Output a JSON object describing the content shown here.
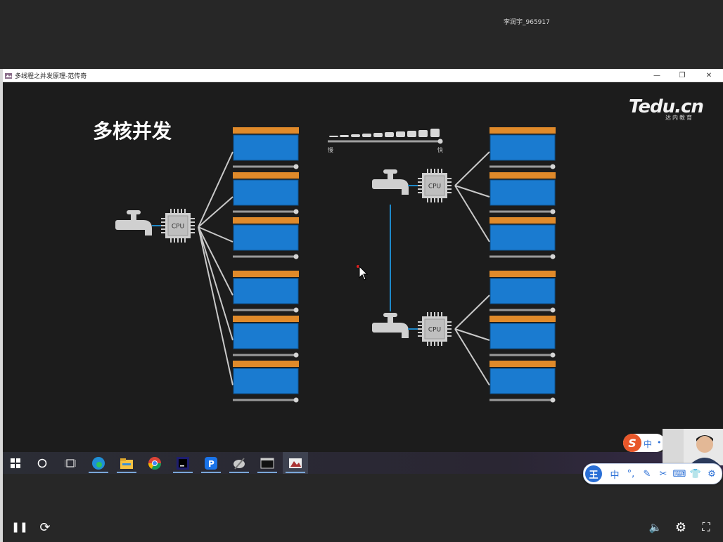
{
  "recording": {
    "username": "李润宇_965917"
  },
  "window": {
    "title": "多线程之并发原理-范传奇",
    "minimize_icon": "—",
    "restore_icon": "❐",
    "close_icon": "✕"
  },
  "slide": {
    "title": "多核并发",
    "brand": "Tedu.cn",
    "brand_sub": "达内教育",
    "cpu_label": "CPU",
    "speed_slow": "慢",
    "speed_fast": "快",
    "colors": {
      "cup": "#1a7bd0",
      "lid": "#e08a2a",
      "line": "#c9c9c9",
      "pipe": "#1e88c8"
    }
  },
  "taskbar": {
    "items": [
      "start",
      "cortana",
      "task-view",
      "edge",
      "file-explorer",
      "chrome",
      "intellij",
      "p-app",
      "paint-app",
      "terminal",
      "slide-player"
    ]
  },
  "ime": {
    "label": "王",
    "buttons": [
      "中",
      "°,",
      "✎",
      "✂",
      "⌨",
      "👕",
      "⚙"
    ]
  },
  "sogou": {
    "label": "S",
    "lang": "中",
    "dot": "•"
  },
  "player": {
    "pause": "❚❚",
    "replay": "⟳",
    "volume": "🔈",
    "settings": "⚙",
    "fullscreen": "⛶"
  }
}
